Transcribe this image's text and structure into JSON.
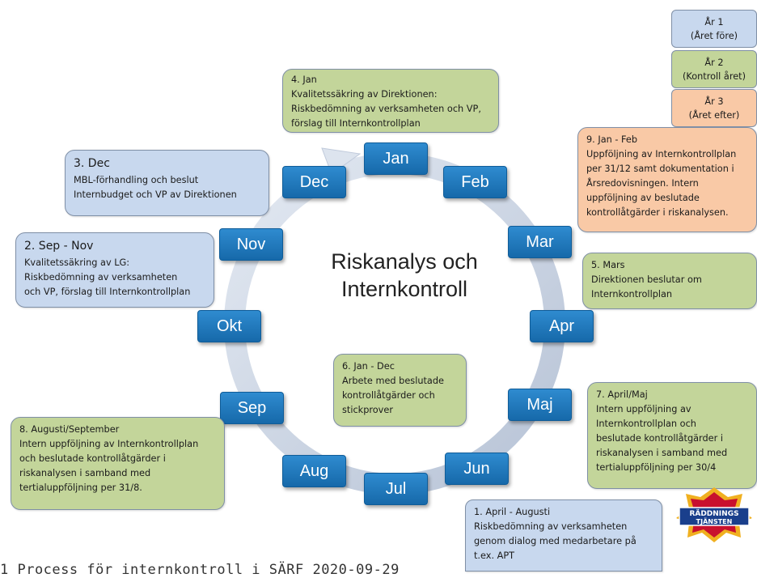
{
  "title": "Riskanalys och Internkontroll",
  "title_lines": [
    "Riskanalys och",
    "Internkontroll"
  ],
  "months": [
    "Jan",
    "Feb",
    "Mar",
    "Apr",
    "Maj",
    "Jun",
    "Jul",
    "Aug",
    "Sep",
    "Okt",
    "Nov",
    "Dec"
  ],
  "legend": [
    {
      "line1": "År 1",
      "line2": "(Året före)",
      "color": "#c8d8ee"
    },
    {
      "line1": "År 2",
      "line2": "(Kontroll året)",
      "color": "#c3d59a"
    },
    {
      "line1": "År 3",
      "line2": "(Året efter)",
      "color": "#f9c9a6"
    }
  ],
  "boxes": {
    "b4": {
      "head": "4. Jan",
      "body": "Kvalitetssäkring av Direktionen:\nRiskbedömning av verksamheten och VP,\nförslag till Internkontrollplan"
    },
    "b3": {
      "head": "3. Dec",
      "body": "MBL-förhandling och beslut\nInternbudget och VP av Direktionen"
    },
    "b2": {
      "head": "2. Sep - Nov",
      "body": "Kvalitetssäkring av LG:\nRiskbedömning av verksamheten\noch VP, förslag till Internkontrollplan"
    },
    "b9": {
      "head": "9. Jan - Feb",
      "body": "Uppföljning av Internkontrollplan\nper 31/12 samt dokumentation i\nÅrsredovisningen. Intern\nuppföljning av beslutade\nkontrollåtgärder i riskanalysen."
    },
    "b5": {
      "head": "5. Mars",
      "body": "Direktionen beslutar om\nInternkontrollplan"
    },
    "b6": {
      "head": "6. Jan - Dec",
      "body": "Arbete med beslutade\nkontrollåtgärder och\nstickprover"
    },
    "b7": {
      "head": "7. April/Maj",
      "body": "Intern uppföljning av\nInternkontrollplan och\nbeslutade kontrollåtgärder i\nriskanalysen i samband med\ntertialuppföljning per 30/4"
    },
    "b8": {
      "head": "8. Augusti/September",
      "body": "Intern uppföljning av Internkontrollplan\noch beslutade kontrollåtgärder i\nriskanalysen i samband med\ntertialuppföljning per 31/8."
    },
    "b1": {
      "head": "1. April - Augusti",
      "body": "Riskbedömning av verksamheten\ngenom dialog med medarbetare på\nt.ex. APT"
    }
  },
  "logo_text": [
    "RÄDDNINGS",
    "TJÄNSTEN"
  ],
  "footer": "1  Process för internkontroll i SÄRF 2020-09-29",
  "colors": {
    "month": "#1a73b8",
    "ring": "#c9d3e2"
  }
}
